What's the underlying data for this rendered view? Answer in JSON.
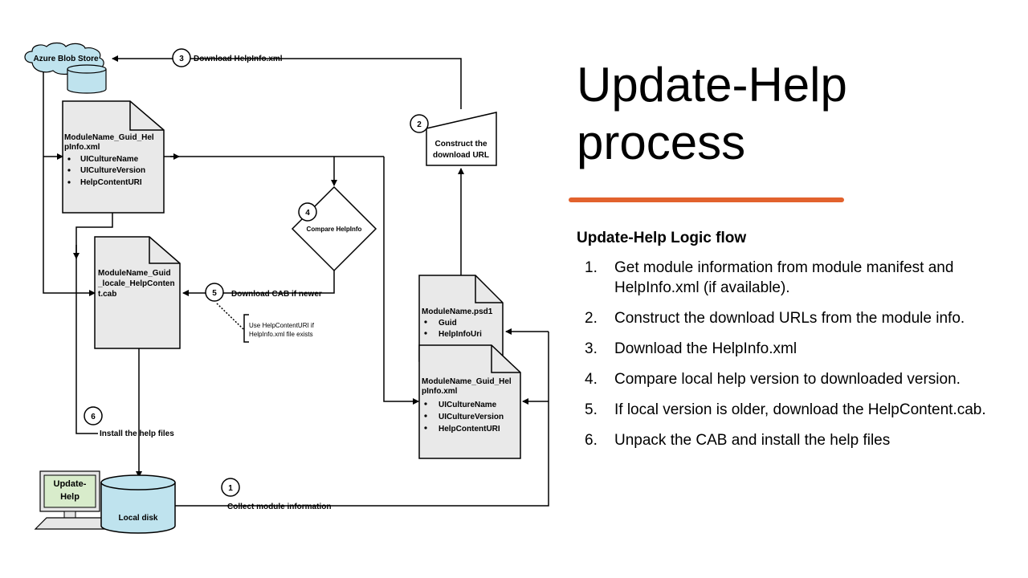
{
  "title_lines": [
    "Update-Help",
    "process"
  ],
  "accent_color": "#e2622d",
  "logic_heading": "Update-Help Logic flow",
  "steps": [
    {
      "num": "1.",
      "text": "Get module information from module manifest and HelpInfo.xml (if available)."
    },
    {
      "num": "2.",
      "text": "Construct the download URLs from the module info."
    },
    {
      "num": "3.",
      "text": "Download the HelpInfo.xml"
    },
    {
      "num": "4.",
      "text": "Compare local help version to downloaded version."
    },
    {
      "num": "5.",
      "text": "If local version is older, download the HelpContent.cab."
    },
    {
      "num": "6.",
      "text": "Unpack the CAB and install the help files"
    }
  ],
  "diagram": {
    "cloud_label": "Azure Blob Store",
    "doc_remote": {
      "name_lines": [
        "ModuleName_Guid_Hel",
        "pInfo.xml"
      ],
      "bullets": [
        "UICultureName",
        "UICultureVersion",
        "HelpContentURI"
      ]
    },
    "doc_cab": {
      "name_lines": [
        "ModuleName_Guid",
        "_locale_HelpConten",
        "t.cab"
      ]
    },
    "doc_psd1": {
      "name": "ModuleName.psd1",
      "bullets": [
        "Guid",
        "HelpInfoUri"
      ]
    },
    "doc_local": {
      "name_lines": [
        "ModuleName_Guid_Hel",
        "pInfo.xml"
      ],
      "bullets": [
        "UICultureName",
        "UICultureVersion",
        "HelpContentURI"
      ]
    },
    "construct_lines": [
      "Construct the",
      "download URL"
    ],
    "compare_label": "Compare HelpInfo",
    "download_helpinfo_label": "Download HelpInfo.xml",
    "download_cab_label": "Download CAB if newer",
    "note_lines": [
      "Use HelpContentURI if",
      "HelpInfo.xml file exists"
    ],
    "install_label": "Install the help files",
    "collect_label": "Collect module information",
    "local_disk_label": "Local disk",
    "computer_lines": [
      "Update-",
      "Help"
    ],
    "step_numbers": [
      "1",
      "2",
      "3",
      "4",
      "5",
      "6"
    ],
    "fill_color": "#e9e9e9",
    "cylinder_color": "#bfe3ee",
    "monitor_color": "#d8eccb"
  }
}
